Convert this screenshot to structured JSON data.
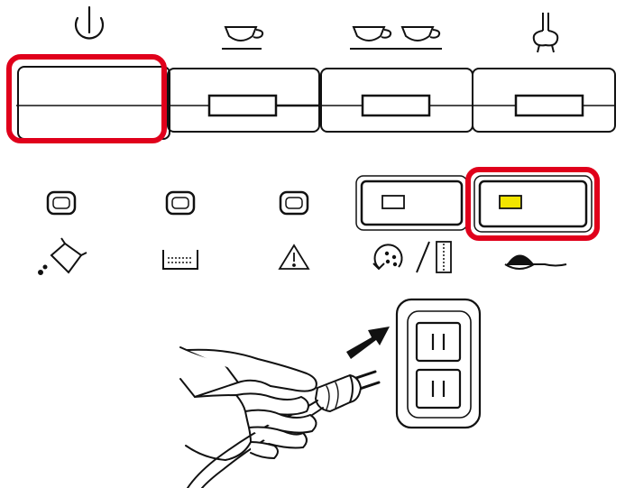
{
  "panel": {
    "buttons": [
      {
        "name": "power-button",
        "icon": "power-icon",
        "highlighted": true
      },
      {
        "name": "single-cup-button",
        "icon": "single-cup-icon",
        "highlighted": false
      },
      {
        "name": "double-cup-button",
        "icon": "double-cup-icon",
        "highlighted": false
      },
      {
        "name": "steam-button",
        "icon": "steam-icon",
        "highlighted": false
      }
    ],
    "indicators": [
      {
        "name": "water-tank-indicator",
        "icon": "pour-water-icon",
        "lit": false
      },
      {
        "name": "grounds-container-indicator",
        "icon": "grounds-container-icon",
        "lit": false
      },
      {
        "name": "warning-indicator",
        "icon": "warning-icon",
        "lit": false
      },
      {
        "name": "descale-filter-button",
        "icon": "descale-filter-icon",
        "lit": false
      },
      {
        "name": "ground-coffee-button",
        "icon": "coffee-scoop-icon",
        "lit": true,
        "highlighted": true
      }
    ]
  },
  "illustration": {
    "action": "plug-into-outlet",
    "icons": [
      "hand-holding-plug-icon",
      "insert-arrow-icon",
      "wall-outlet-icon"
    ]
  },
  "colors": {
    "highlight": "#e0001b",
    "lit_led": "#f2e500",
    "line": "#111111",
    "background": "#ffffff"
  }
}
